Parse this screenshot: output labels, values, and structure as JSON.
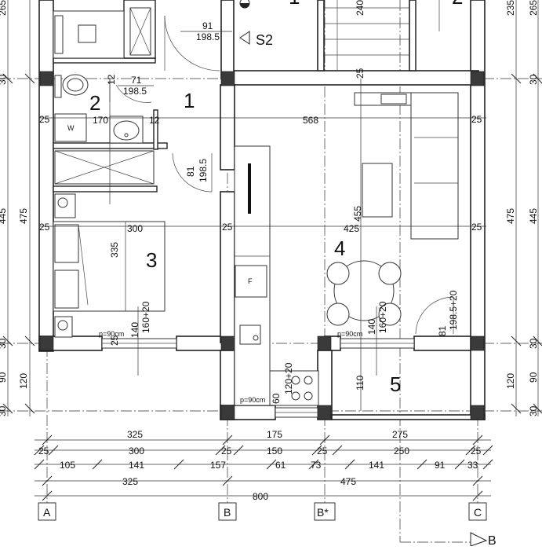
{
  "rooms": [
    {
      "number": "1"
    },
    {
      "number": "2"
    },
    {
      "number": "3"
    },
    {
      "number": "4"
    },
    {
      "number": "5"
    }
  ],
  "room_top_right": "2",
  "room_top_partial": "1",
  "section_marker": "S2",
  "section_b": "B",
  "axes": [
    "A",
    "B",
    "B*",
    "C"
  ],
  "door_labels": [
    {
      "width": "91",
      "height": "198.5"
    },
    {
      "width": "71",
      "height": "198.5"
    },
    {
      "width": "81",
      "height": "198.5"
    },
    {
      "width": "81",
      "height": "198.5+20"
    }
  ],
  "wc_label": "W",
  "fridge_label": "F",
  "window_labels": {
    "win1_param": "p=90cm",
    "win1_w": "140",
    "win1_h": "160+20",
    "win2_param": "p=90cm",
    "win2_w": "140",
    "win2_h": "160+20",
    "win3_param": "p=90cm",
    "win3_w": "60",
    "win3_h": "120+20"
  },
  "inner_dims": {
    "bath_width": "170",
    "living_width": "568",
    "bedroom_width": "300",
    "living_lower_width": "425",
    "bedroom_depth": "335",
    "living_depth": "455",
    "top_small": "25",
    "stair": "240",
    "balcony_depth": "110"
  },
  "wall_dims": {
    "w25": "25",
    "w12": "12",
    "w12b": "12"
  },
  "left_vertical": [
    "265",
    "30",
    "445",
    "30",
    "90",
    "30"
  ],
  "left_vertical2": [
    "475",
    "120"
  ],
  "right_vertical": [
    "265",
    "30",
    "445",
    "30",
    "90",
    "30"
  ],
  "right_vertical2": [
    "235",
    "475",
    "120"
  ],
  "dim_row1": [
    "325",
    "175",
    "275"
  ],
  "dim_row2": [
    "25",
    "300",
    "25",
    "150",
    "25",
    "250",
    "25"
  ],
  "dim_row3": [
    "105",
    "141",
    "157",
    "61",
    "73",
    "141",
    "91",
    "33"
  ],
  "dim_row4": [
    "325",
    "475"
  ],
  "dim_total": "800"
}
